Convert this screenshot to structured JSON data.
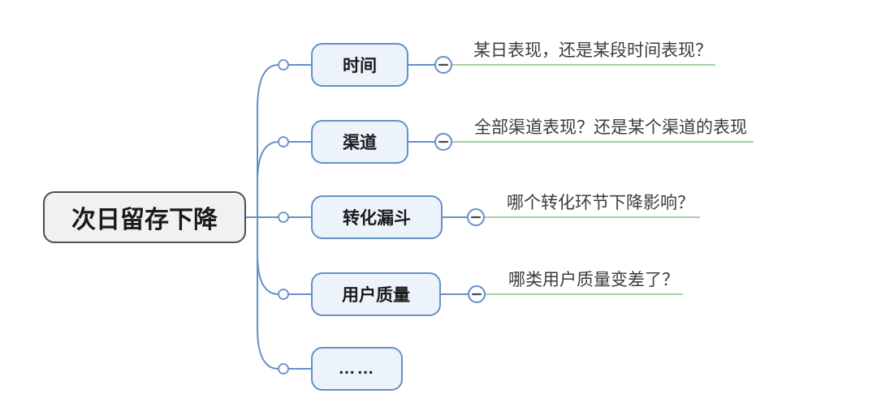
{
  "colors": {
    "accent-blue": "#6590c6",
    "node-fill": "#edf3fb",
    "node-border": "#6590c6",
    "root-fill": "#f1f1f1",
    "root-border": "#4f4f4f",
    "leaf-green": "#94cc97",
    "text-dark": "#1a1a1a",
    "leaf-text": "#3c3c3c"
  },
  "mindmap": {
    "root": {
      "label": "次日留存下降"
    },
    "branches": [
      {
        "label": "时间",
        "note": "某日表现，还是某段时间表现？"
      },
      {
        "label": "渠道",
        "note": "全部渠道表现？还是某个渠道的表现"
      },
      {
        "label": "转化漏斗",
        "note": "哪个转化环节下降影响？"
      },
      {
        "label": "用户质量",
        "note": "哪类用户质量变差了？"
      },
      {
        "label": "……",
        "note": ""
      }
    ]
  }
}
